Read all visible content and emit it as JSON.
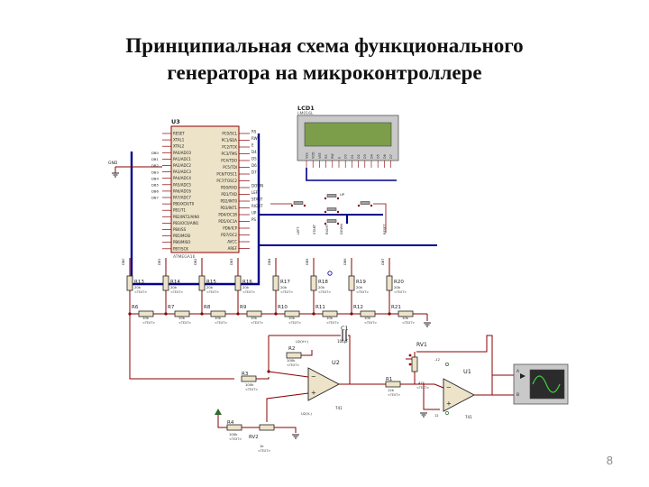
{
  "title": {
    "line1": "Принципиальная схема функционального",
    "line2": "генератора на микроконтроллере"
  },
  "page_number": "8",
  "colors": {
    "wire": "#8b0000",
    "bus": "#00008b",
    "body": "#ede3c8",
    "lcd_screen": "#7c9e4a",
    "lcd_frame": "#c9c9c9",
    "scope_screen": "#2b2b2b",
    "scope_trace": "#3bd13b"
  },
  "mcu": {
    "ref": "U3",
    "part": "ATMEGA16",
    "left_pins": [
      "RESET",
      "XTAL1",
      "XTAL2",
      "PA0/ADC0",
      "PA1/ADC1",
      "PA2/ADC2",
      "PA3/ADC3",
      "PA4/ADC4",
      "PA5/ADC5",
      "PA6/ADC6",
      "PA7/ADC7",
      "PB0/XCK/T0",
      "PB1/T1",
      "PB2/INT2/AIN0",
      "PB3/OC0/AIN1",
      "PB4/SS",
      "PB5/MOSI",
      "PB6/MISO",
      "PB7/SCK"
    ],
    "right_pins": [
      "PC0/SCL",
      "PC1/SDA",
      "PC2/TCK",
      "PC3/TMS",
      "PC4/TDO",
      "PC5/TDI",
      "PC6/TOSC1",
      "PC7/TOSC2",
      "PD0/RXD",
      "PD1/TXD",
      "PD2/INT0",
      "PD3/INT1",
      "PD4/OC1B",
      "PD5/OC1A",
      "PD6/ICP",
      "PD7/OC2",
      "AVCC",
      "AREF"
    ],
    "right_labels": [
      "RS",
      "RW",
      "E",
      "D4",
      "D5",
      "D6",
      "D7",
      "DOWN",
      "LEFT",
      "START",
      "RIGHT",
      "UP",
      "PS"
    ]
  },
  "lcd": {
    "ref": "LCD1",
    "part": "LM016L"
  },
  "resistors_top": [
    {
      "ref": "R13",
      "value": "20k"
    },
    {
      "ref": "R14",
      "value": "20k"
    },
    {
      "ref": "R15",
      "value": "20k"
    },
    {
      "ref": "R16",
      "value": "20k"
    },
    {
      "ref": "R17",
      "value": "20k"
    },
    {
      "ref": "R18",
      "value": "20k"
    },
    {
      "ref": "R19",
      "value": "20k"
    },
    {
      "ref": "R20",
      "value": "20k"
    }
  ],
  "resistors_ladder": [
    {
      "ref": "R6",
      "value": "10k"
    },
    {
      "ref": "R7",
      "value": "10k"
    },
    {
      "ref": "R8",
      "value": "10k"
    },
    {
      "ref": "R9",
      "value": "10k"
    },
    {
      "ref": "R10",
      "value": "10k"
    },
    {
      "ref": "R11",
      "value": "10k"
    },
    {
      "ref": "R12",
      "value": "10k"
    },
    {
      "ref": "R21",
      "value": "10k"
    }
  ],
  "text_placeholder": "<TEXT>",
  "gnd_label": "GND",
  "cap": {
    "ref": "C1",
    "value": "104pF"
  },
  "r2": {
    "ref": "R2",
    "value": "100k"
  },
  "r3": {
    "ref": "R3",
    "value": "100k"
  },
  "r4": {
    "ref": "R4",
    "value": "100k"
  },
  "rv2": {
    "ref": "RV2",
    "value": "1k"
  },
  "u2": {
    "ref": "U2",
    "part": "741"
  },
  "r1": {
    "ref": "R1",
    "value": "12k"
  },
  "rv1": {
    "ref": "RV1",
    "value": "47k"
  },
  "u1": {
    "ref": "U1",
    "part": "741"
  },
  "supply_pos": "U2(V+)",
  "supply_neg": "U2(V-)"
}
